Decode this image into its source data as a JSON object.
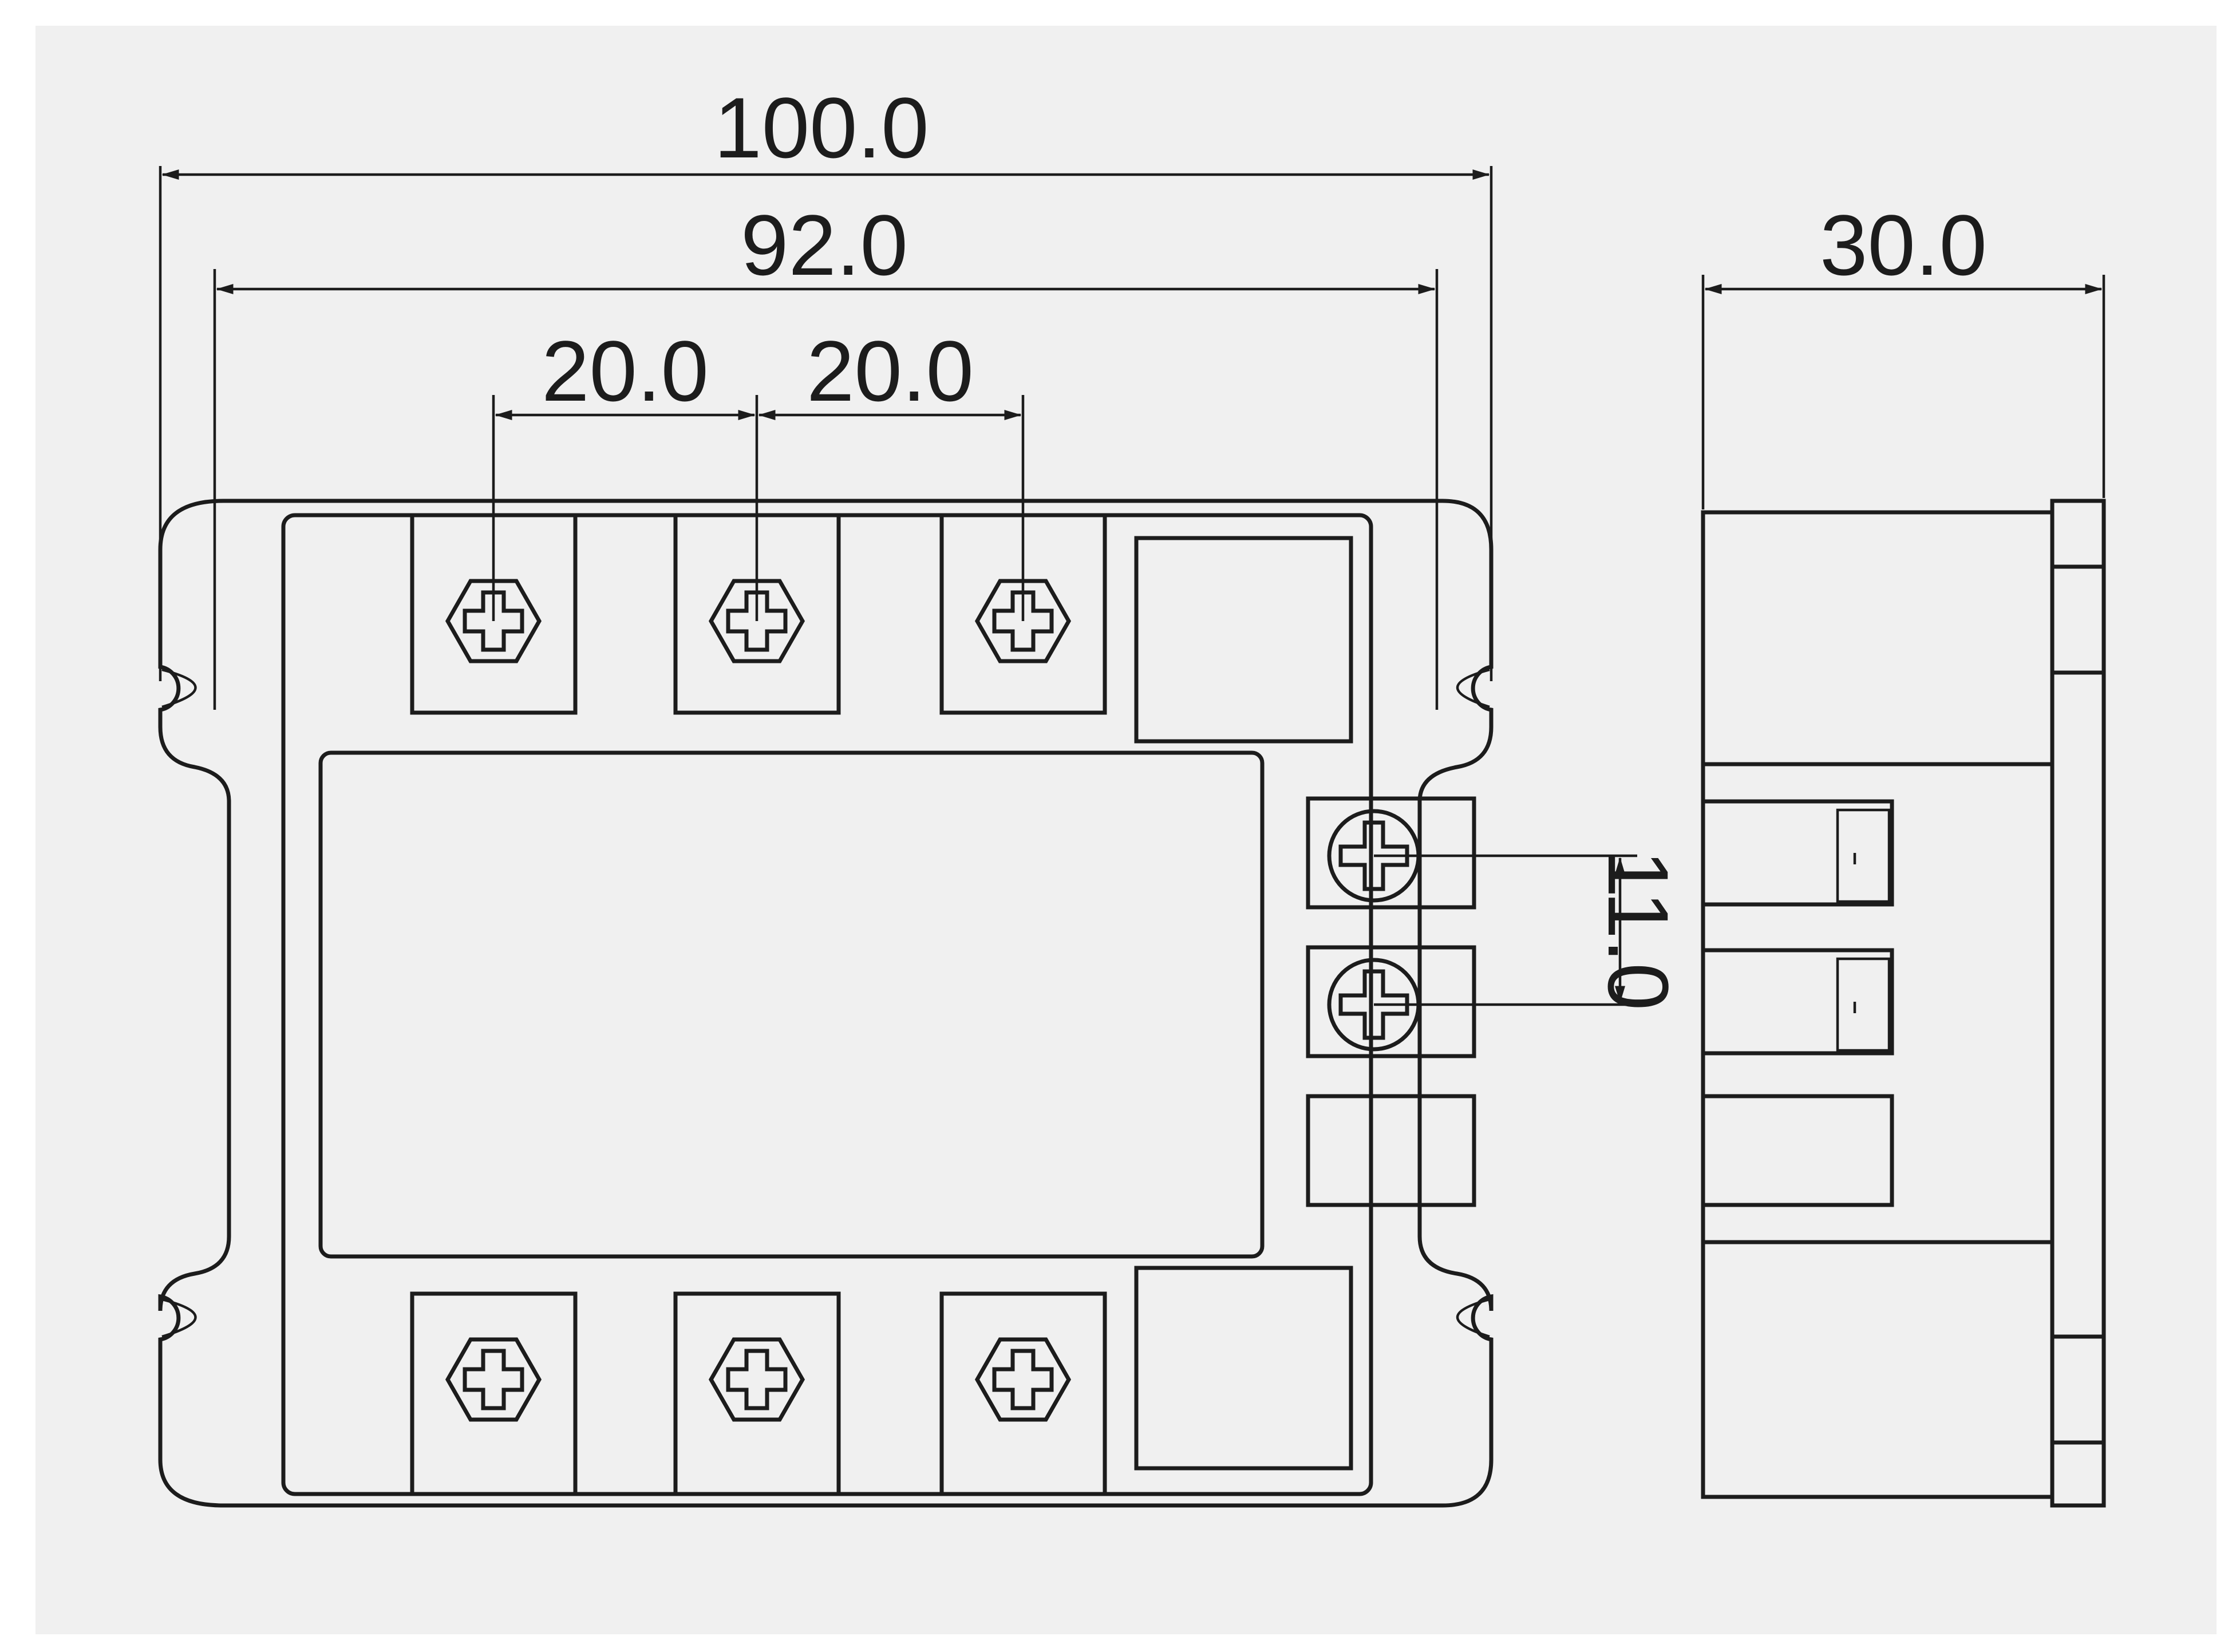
{
  "dimensions": {
    "overall_width": "100.0",
    "mount_hole_spacing": "92.0",
    "terminal_pitch_left": "20.0",
    "terminal_pitch_right": "20.0",
    "side_depth": "30.0",
    "control_terminal_pitch": "11.0"
  },
  "colors": {
    "background": "#f0f0f0",
    "page_border": "#ffffff",
    "line": "#1c1c1c"
  }
}
